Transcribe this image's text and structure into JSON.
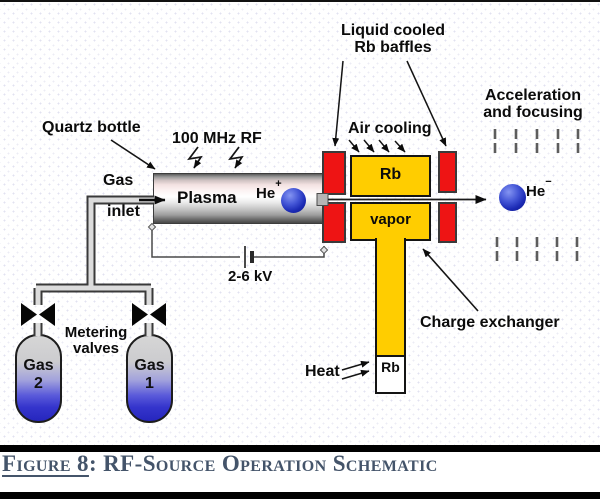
{
  "figure": {
    "caption_label": "Figure 8",
    "caption_separator": ": ",
    "caption_title": "RF-Source Operation Schematic"
  },
  "diagram": {
    "source": {
      "quartz_bottle": "Quartz bottle",
      "rf_label": "100 MHz RF",
      "gas_label": "Gas",
      "inlet_label": "inlet",
      "plasma_label": "Plasma",
      "he_plus": {
        "base": "He",
        "charge": "+"
      },
      "voltage_label": "2-6 kV"
    },
    "gas_supply": {
      "metering_valves": {
        "line1": "Metering",
        "line2": "valves"
      },
      "bottle_2": {
        "line1": "Gas",
        "line2": "2"
      },
      "bottle_1": {
        "line1": "Gas",
        "line2": "1"
      }
    },
    "exchanger": {
      "liquid_cooled": {
        "line1": "Liquid cooled",
        "line2": "Rb baffles"
      },
      "air_cooling": "Air cooling",
      "rb_label": "Rb",
      "vapor_label": "vapor",
      "charge_exchanger": "Charge exchanger",
      "heat_label": "Heat",
      "rb_reservoir": "Rb"
    },
    "output": {
      "acceleration": {
        "line1": "Acceleration",
        "line2": "and focusing"
      },
      "he_minus": {
        "base": "He",
        "charge": "−"
      }
    }
  },
  "colors": {
    "baffle_red": "#EE1414",
    "chamber_yellow": "#FFCD00",
    "ion_blue": "#1C2BB5",
    "bottle_blue": "#2E2EC8",
    "caption_text": "#44546A"
  }
}
